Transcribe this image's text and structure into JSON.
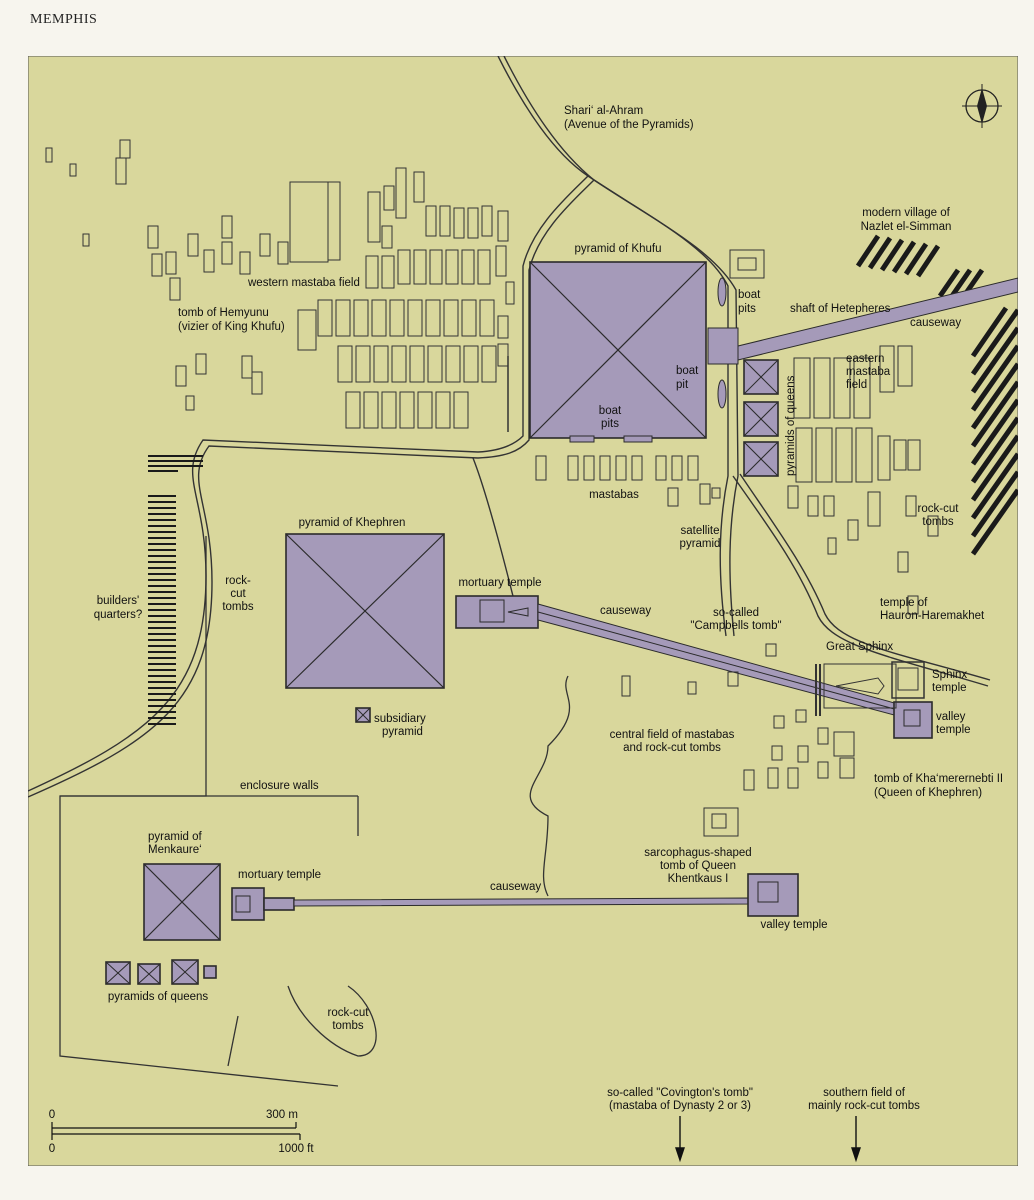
{
  "header": {
    "title": "MEMPHIS"
  },
  "colors": {
    "background": "#d9d79c",
    "monument_fill": "#a59ab9",
    "ink": "#1f1f1f"
  },
  "icons": {
    "north_arrow": "compass-icon"
  },
  "labels": {
    "avenue": [
      "Shari‘ al-Ahram",
      "(Avenue of the Pyramids)"
    ],
    "village": [
      "modern village of",
      "Nazlet el-Simman"
    ],
    "khufu": "pyramid of Khufu",
    "western_field": "western mastaba field",
    "hemyunu": [
      "tomb of Hemyunu",
      "(vizier of King Khufu)"
    ],
    "boat_pits_east": [
      "boat",
      "pits"
    ],
    "hetepheres": "shaft of Hetepheres",
    "causeway_khufu": "causeway",
    "boat_pit": [
      "boat",
      "pit"
    ],
    "queens_khufu": "pyramids of queens",
    "eastern_field": [
      "eastern",
      "mastaba",
      "field"
    ],
    "boat_pits_south": [
      "boat",
      "pits"
    ],
    "mastabas": "mastabas",
    "rockcut_east": [
      "rock-cut",
      "tombs"
    ],
    "satellite": [
      "satellite",
      "pyramid"
    ],
    "khephren": "pyramid of Khephren",
    "builders": [
      "builders'",
      "quarters?"
    ],
    "rockcut_west": [
      "rock-",
      "cut",
      "tombs"
    ],
    "mortuary_khephren": "mortuary temple",
    "causeway_khephren": "causeway",
    "campbell": [
      "so-called",
      "\"Campbells tomb\""
    ],
    "hauron": [
      "temple of",
      "Hauron-Haremakhet"
    ],
    "sphinx": "Great Sphinx",
    "sphinx_temple": [
      "Sphinx",
      "temple"
    ],
    "subsidiary": [
      "subsidiary",
      "pyramid"
    ],
    "central_field": [
      "central field of mastabas",
      "and rock-cut tombs"
    ],
    "valley_khephren": [
      "valley",
      "temple"
    ],
    "khamerernebti": [
      "tomb of Kha‘merernebti II",
      "(Queen of Khephren)"
    ],
    "enclosure": "enclosure walls",
    "menkaure": [
      "pyramid of",
      "Menkaure‘"
    ],
    "mortuary_menkaure": "mortuary temple",
    "causeway_menkaure": "causeway",
    "khentkaus": [
      "sarcophagus-shaped",
      "tomb of Queen",
      "Khentkaus I"
    ],
    "valley_menkaure": "valley temple",
    "queens_menkaure": "pyramids of queens",
    "rockcut_south": [
      "rock-cut",
      "tombs"
    ],
    "covington": [
      "so-called \"Covington's tomb\"",
      "(mastaba of Dynasty 2 or 3)"
    ],
    "southern_field": [
      "southern field of",
      "mainly rock-cut tombs"
    ]
  },
  "scale": {
    "zero_top": "0",
    "zero_bottom": "0",
    "metres": "300 m",
    "feet": "1000 ft"
  }
}
